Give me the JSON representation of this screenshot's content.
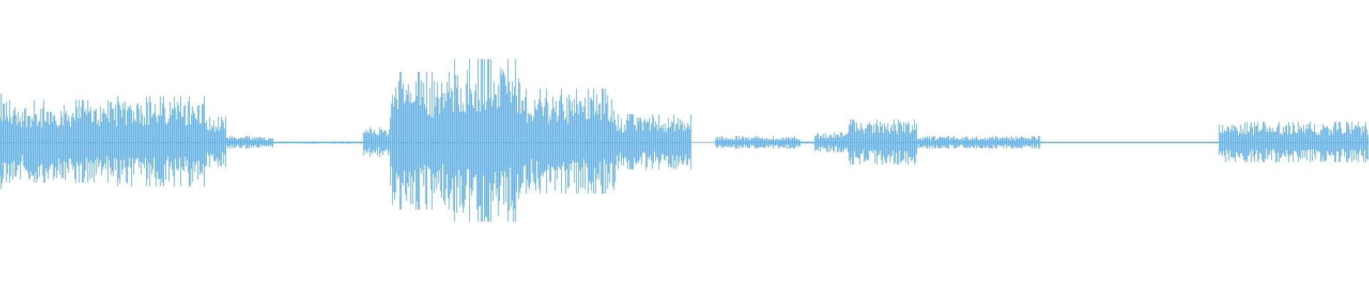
{
  "waveform": {
    "color": "#5dade2",
    "background": "#ffffff",
    "samples_per_segment": 1,
    "envelope": [
      {
        "start": 0.0,
        "end": 0.005,
        "amp": 0.38
      },
      {
        "start": 0.005,
        "end": 0.08,
        "amp": 0.33
      },
      {
        "start": 0.08,
        "end": 0.15,
        "amp": 0.36
      },
      {
        "start": 0.15,
        "end": 0.165,
        "amp": 0.2
      },
      {
        "start": 0.165,
        "end": 0.2,
        "amp": 0.05
      },
      {
        "start": 0.2,
        "end": 0.265,
        "amp": 0.01
      },
      {
        "start": 0.265,
        "end": 0.285,
        "amp": 0.12
      },
      {
        "start": 0.285,
        "end": 0.33,
        "amp": 0.55
      },
      {
        "start": 0.33,
        "end": 0.38,
        "amp": 0.65
      },
      {
        "start": 0.38,
        "end": 0.45,
        "amp": 0.42
      },
      {
        "start": 0.45,
        "end": 0.505,
        "amp": 0.22
      },
      {
        "start": 0.505,
        "end": 0.522,
        "amp": 0.0
      },
      {
        "start": 0.522,
        "end": 0.585,
        "amp": 0.05
      },
      {
        "start": 0.585,
        "end": 0.595,
        "amp": 0.01
      },
      {
        "start": 0.595,
        "end": 0.62,
        "amp": 0.08
      },
      {
        "start": 0.62,
        "end": 0.67,
        "amp": 0.18
      },
      {
        "start": 0.67,
        "end": 0.76,
        "amp": 0.05
      },
      {
        "start": 0.76,
        "end": 0.89,
        "amp": 0.005
      },
      {
        "start": 0.89,
        "end": 1.0,
        "amp": 0.16
      }
    ]
  }
}
